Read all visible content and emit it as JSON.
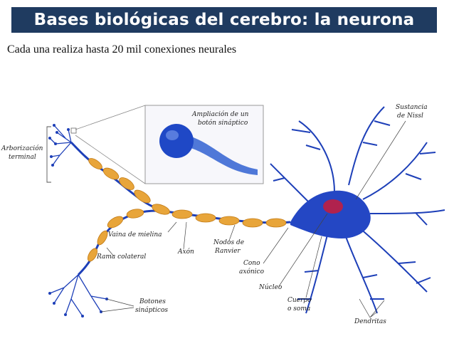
{
  "title": "Bases biológicas del cerebro: la neurona",
  "subtitle": "Cada una realiza hasta 20 mil conexiones neurales",
  "labels": {
    "ampliacion_line1": "Ampliación de un",
    "ampliacion_line2": "botón sináptico",
    "sustancia_line1": "Sustancia",
    "sustancia_line2": "de Nissl",
    "arborizacion_line1": "Arborización",
    "arborizacion_line2": "terminal",
    "vaina": "Vaina de mielina",
    "nodos_line1": "Nodos de",
    "nodos_line2": "Ranvier",
    "rama": "Rama colateral",
    "axon": "Axón",
    "cono_line1": "Cono",
    "cono_line2": "axónico",
    "nucleo": "Núcleo",
    "cuerpo_line1": "Cuerpo",
    "cuerpo_line2": "o soma",
    "botones_line1": "Botones",
    "botones_line2": "sinápticos",
    "dendritas": "Dendritas"
  },
  "colors": {
    "title_bg": "#1f3b60",
    "neuron_blue": "#1d3fb8",
    "myelin": "#e8a53a",
    "nucleus": "#b0224e"
  }
}
